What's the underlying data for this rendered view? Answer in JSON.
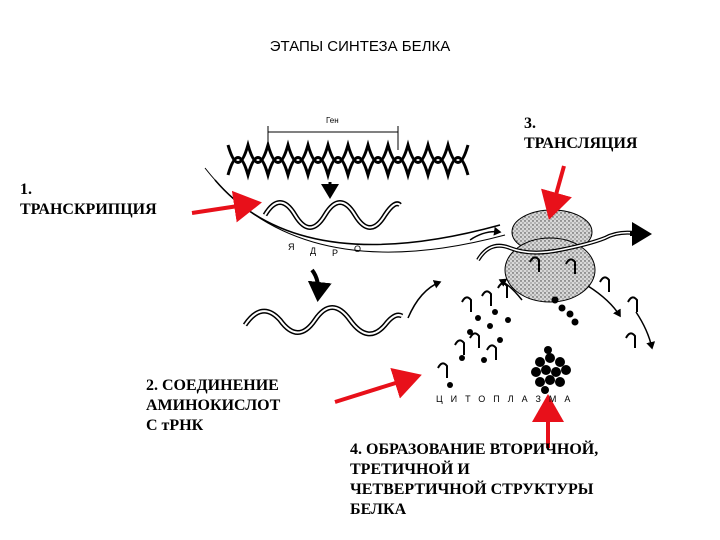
{
  "title": "ЭТАПЫ СИНТЕЗА БЕЛКА",
  "gene_label": "Ген",
  "nucleus_letters": [
    "Я",
    "Д",
    "Р",
    "О"
  ],
  "cytoplasm_label": "ЦИТОПЛАЗМА",
  "steps": [
    {
      "lines": [
        "1.",
        "ТРАНСКРИПЦИЯ"
      ]
    },
    {
      "lines": [
        "2. СОЕДИНЕНИЕ",
        "АМИНОКИСЛОТ",
        "С тРНК"
      ]
    },
    {
      "lines": [
        "3.",
        "ТРАНСЛЯЦИЯ"
      ]
    },
    {
      "lines": [
        "4. ОБРАЗОВАНИЕ ВТОРИЧНОЙ,",
        "ТРЕТИЧНОЙ И",
        "ЧЕТВЕРТИЧНОЙ СТРУКТУРЫ",
        "БЕЛКА"
      ]
    }
  ],
  "colors": {
    "arrow": "#e8101a",
    "ink": "#000000"
  }
}
